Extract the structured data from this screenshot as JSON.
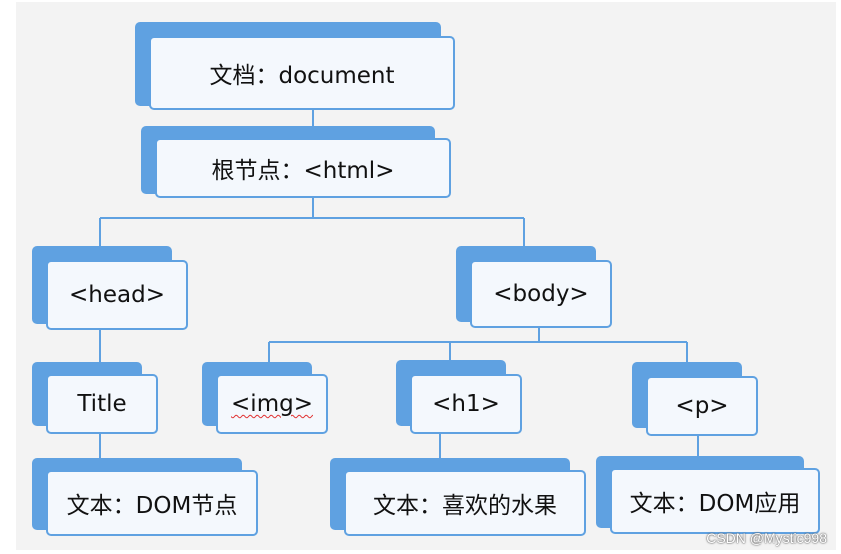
{
  "diagram": {
    "type": "tree",
    "nodes": {
      "document": "文档：document",
      "html": "根节点：<html>",
      "head": "<head>",
      "body": "<body>",
      "title": "Title",
      "img": "<img>",
      "h1": "<h1>",
      "p": "<p>",
      "text_dom_node": "文本：DOM节点",
      "text_fruit": "文本：喜欢的水果",
      "text_dom_app": "文本：DOM应用"
    },
    "edges": [
      [
        "document",
        "html"
      ],
      [
        "html",
        "head"
      ],
      [
        "html",
        "body"
      ],
      [
        "head",
        "title"
      ],
      [
        "title",
        "text_dom_node"
      ],
      [
        "body",
        "img"
      ],
      [
        "body",
        "h1"
      ],
      [
        "body",
        "p"
      ],
      [
        "h1",
        "text_fruit"
      ],
      [
        "p",
        "text_dom_app"
      ]
    ],
    "colors": {
      "accent": "#5fa1e1",
      "node_fill": "#f4f8fd",
      "connector": "#5fa1e1",
      "background": "#f3f3f3"
    }
  },
  "watermark": "CSDN @Mystic998"
}
